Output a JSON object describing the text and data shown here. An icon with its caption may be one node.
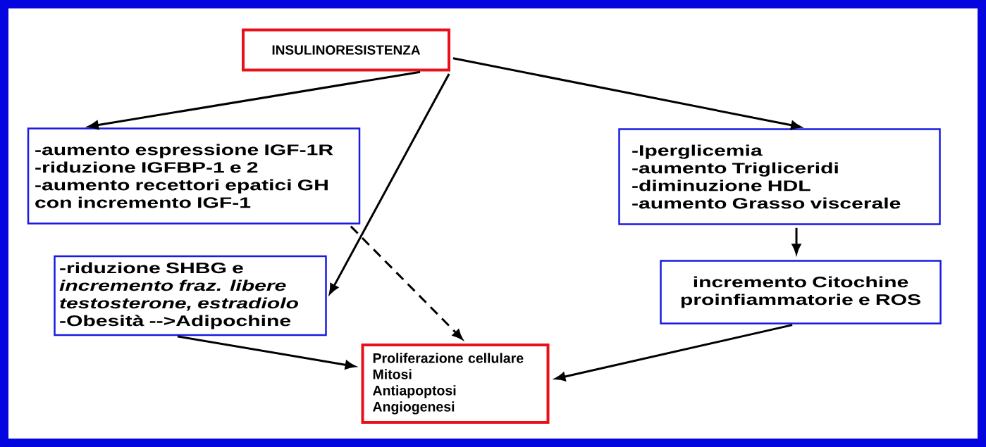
{
  "diagram": {
    "nodes": [
      {
        "text": [
          "INSULINORESISTENZA"
        ]
      },
      {
        "text": [
          "-aumento espressione IGF-1R",
          "-riduzione IGFBP-1 e 2",
          "-aumento recettori epatici GH con incremento IGF-1"
        ]
      },
      {
        "text": [
          "-Iperglicemia",
          "-aumento Trigliceridi",
          "-diminuzione HDL",
          "-aumento Grasso viscerale"
        ]
      },
      {
        "text": [
          "-riduzione SHBG e *incremento fraz. libere testosterone, estradiolo*",
          "-Obesità -->Adipochine"
        ]
      },
      {
        "text": [
          "incremento Citochine proinfiammatorie e ROS"
        ]
      },
      {
        "text": [
          "Proliferazione cellulare",
          "Mitosi",
          "Antiapoptosi",
          "Angiogenesi"
        ]
      }
    ],
    "edges": [
      {
        "from": 0,
        "to": 1,
        "arrow": "to"
      },
      {
        "from": 0,
        "to": 2,
        "arrow": "to"
      },
      {
        "from": 0,
        "to": 3,
        "arrow": "to"
      },
      {
        "from": 1,
        "to": 5,
        "arrow": "to",
        "style": "dashed"
      },
      {
        "from": 2,
        "to": 4,
        "arrow": "to"
      },
      {
        "from": 3,
        "to": 5,
        "arrow": "to"
      },
      {
        "from": 4,
        "to": 5,
        "arrow": "to"
      }
    ]
  }
}
